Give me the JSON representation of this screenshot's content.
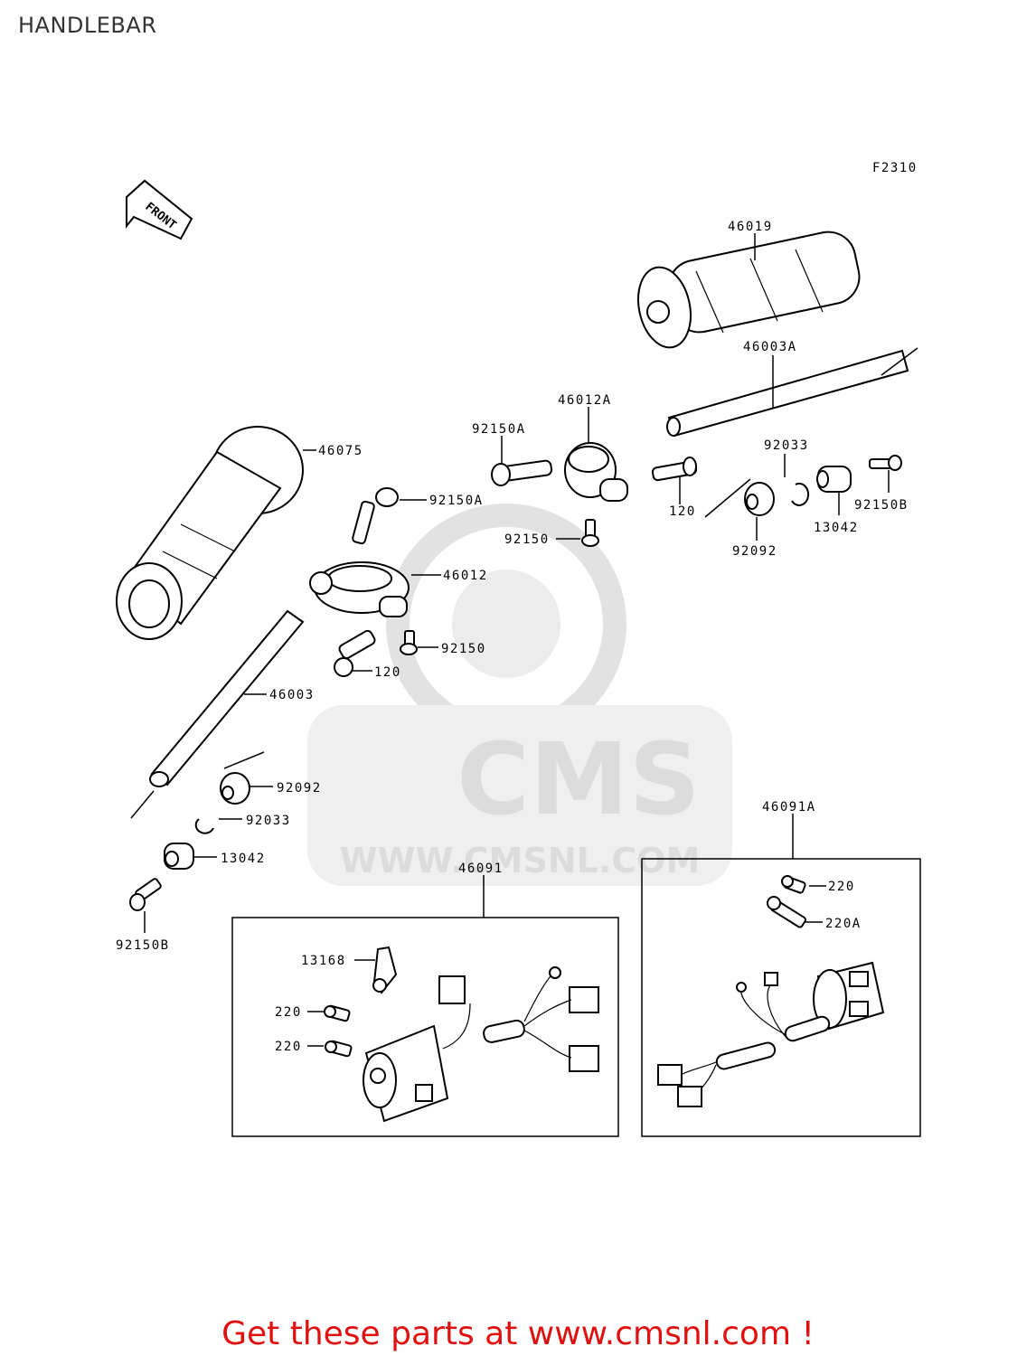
{
  "title": "HANDLEBAR",
  "figure_code": "F2310",
  "front_label": "FRONT",
  "watermark": {
    "brand": "CMS",
    "url": "WWW.CMSNL.COM"
  },
  "parts": {
    "grip_right": "46019",
    "bar_right": "46003A",
    "holder_right": "46012A",
    "bolt_holder_right": "92150A",
    "grip_left": "46075",
    "bolt_holder_left": "92150A",
    "holder_left": "46012",
    "bolt_top_right": "92150",
    "bolt_top_left": "92150",
    "screw_right": "120",
    "screw_left": "120",
    "bar_left": "46003",
    "circlip_right": "92033",
    "damper_right": "92092",
    "weight_right": "13042",
    "bolt_end_right": "92150B",
    "damper_left": "92092",
    "circlip_left": "92033",
    "weight_left": "13042",
    "bolt_end_left": "92150B",
    "switch_left": "46091",
    "switch_right": "46091A",
    "clamp": "13168",
    "screw_sw_left_1": "220",
    "screw_sw_left_2": "220",
    "screw_sw_right_1": "220",
    "screw_sw_right_2": "220A"
  },
  "footer": "Get these parts at www.cmsnl.com !"
}
